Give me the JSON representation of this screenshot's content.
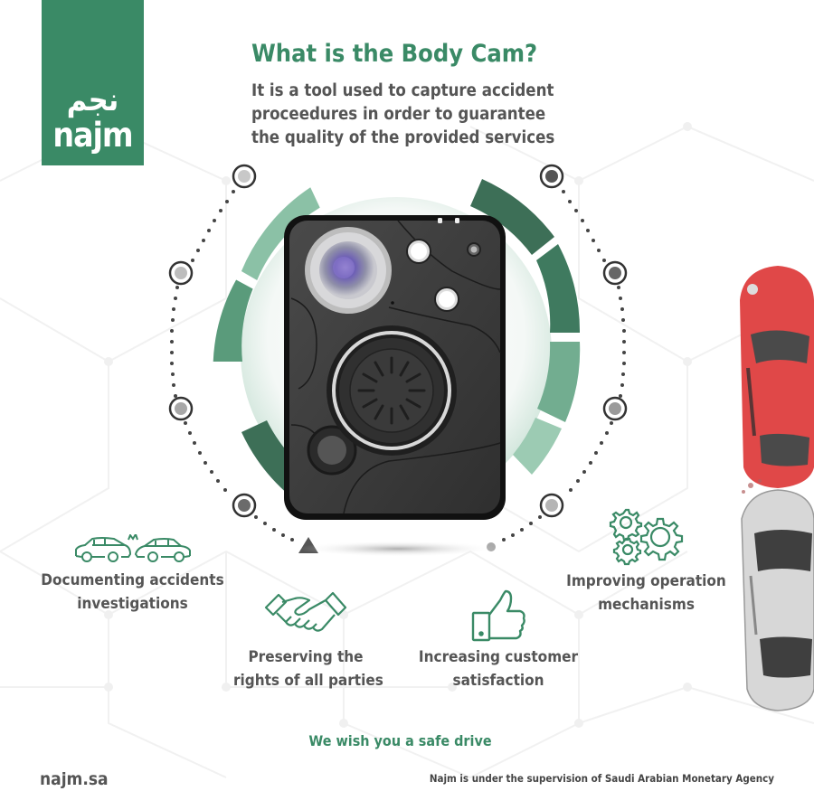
{
  "logo": {
    "arabic": "نجم",
    "english": "najm",
    "color": "#3a8a66"
  },
  "header": {
    "title": "What is the Body Cam?",
    "subtitle_lines": [
      "It is a tool used  to capture accident",
      "proceedures in order  to  guarantee",
      "the quality of the provided services"
    ]
  },
  "features": [
    {
      "icon": "car-crash-icon",
      "lines": [
        "Documenting accidents",
        "investigations"
      ]
    },
    {
      "icon": "handshake-icon",
      "lines": [
        "Preserving the",
        "rights of all parties"
      ]
    },
    {
      "icon": "thumbs-up-icon",
      "lines": [
        "Increasing customer",
        "satisfaction"
      ]
    },
    {
      "icon": "gears-icon",
      "lines": [
        "Improving operation",
        "mechanisms"
      ]
    }
  ],
  "footer": {
    "tagline": "We wish you a safe drive",
    "website": "najm.sa",
    "supervision": "Najm is under the supervision of Saudi Arabian Monetary Agency"
  },
  "colors": {
    "brand_green": "#3a8a66",
    "dark_green": "#3d6f57",
    "mid_green": "#5a9b7b",
    "light_green": "#8bc1a6",
    "text_gray": "#555555"
  }
}
